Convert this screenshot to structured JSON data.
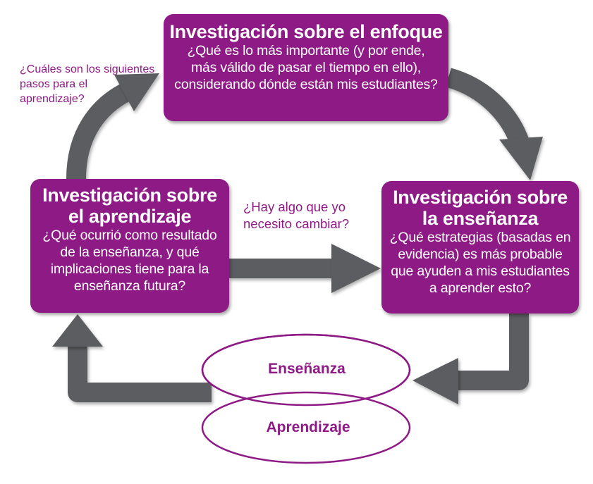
{
  "boxes": {
    "focus": {
      "title": "Investigación sobre el enfoque",
      "lines": [
        "¿Qué es lo más importante (y por ende,",
        "más válido de pasar el tiempo en ello),",
        "considerando dónde están mis estudiantes?"
      ]
    },
    "teaching": {
      "title_lines": [
        "Investigación sobre",
        "la enseñanza"
      ],
      "lines": [
        "¿Qué estrategias (basadas en",
        "evidencia) es más probable",
        "que ayuden a mis estudiantes",
        "a aprender esto?"
      ]
    },
    "learning": {
      "title_lines": [
        "Investigación sobre",
        "el aprendizaje"
      ],
      "lines": [
        "¿Qué ocurrió como resultado",
        "de la enseñanza, y qué",
        "implicaciones tiene para la",
        "enseñanza futura?"
      ]
    }
  },
  "notes": {
    "next_steps": [
      "¿Cuáles son los siguientes",
      "pasos para el",
      "aprendizaje?"
    ],
    "change": [
      "¿Hay algo que yo",
      "necesito cambiar?"
    ]
  },
  "ellipses": {
    "top": "Enseñanza",
    "bottom": "Aprendizaje"
  },
  "colors": {
    "purple": "#8e1a85",
    "arrow": "#5c5d60",
    "text_on_box": "#ffffff"
  }
}
